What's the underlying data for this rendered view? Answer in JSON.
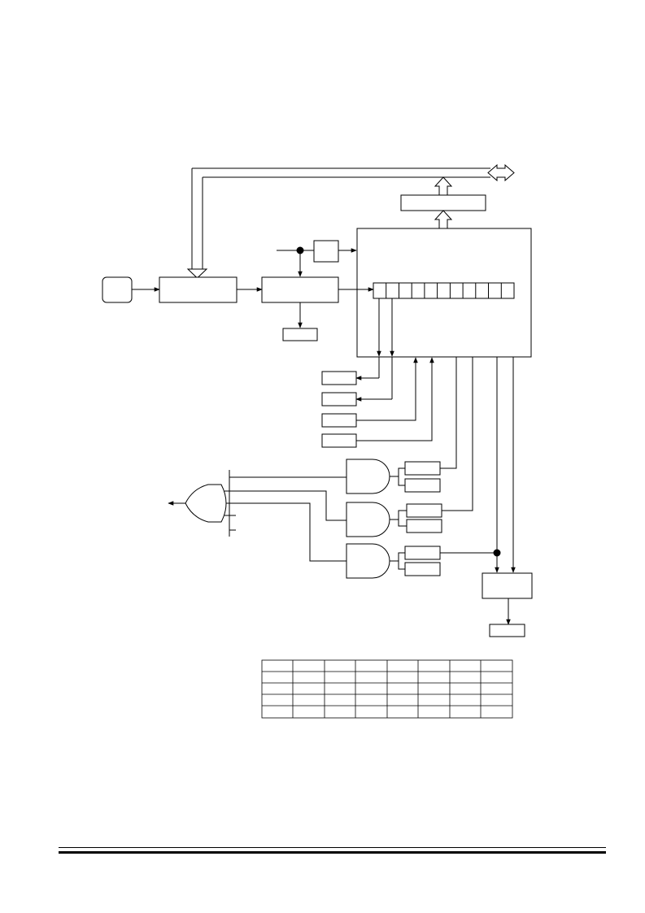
{
  "diagram": {
    "stroke_color": "#000000",
    "fill_color": "#ffffff",
    "nodes": [
      "oscillator-input-box",
      "prescaler-block",
      "timer-counter-block",
      "timer-output-box",
      "sync-box",
      "timer-register-block",
      "bus-buffer-block",
      "data-bus-arrow",
      "register-bit-cells",
      "flag-box-1",
      "flag-box-2",
      "flag-box-3",
      "flag-box-4",
      "and-gate-1",
      "and-gate-2",
      "and-gate-3",
      "or-gate",
      "interrupt-output-arrow",
      "gate-input-box-1a",
      "gate-input-box-1b",
      "gate-input-box-2a",
      "gate-input-box-2b",
      "gate-input-box-3a",
      "gate-input-box-3b",
      "output-logic-block",
      "output-pin-box"
    ],
    "register_bit_count": 11
  },
  "table": {
    "rows": 5,
    "columns": 8,
    "cells": []
  },
  "footer": {
    "rule_color": "#000000"
  }
}
